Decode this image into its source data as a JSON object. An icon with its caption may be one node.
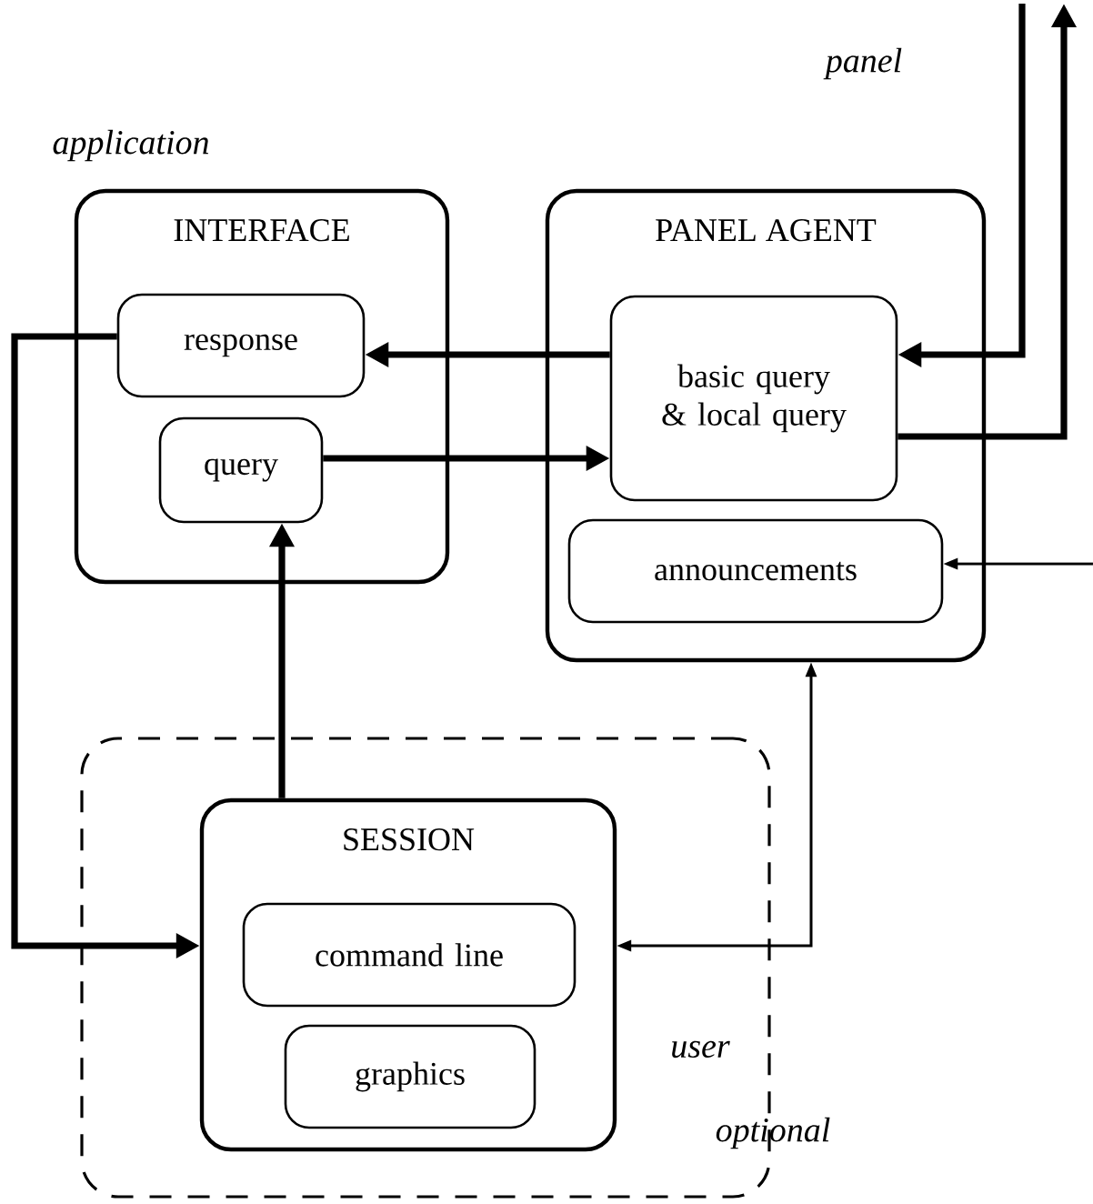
{
  "diagram": {
    "nodes": [
      {
        "text": [
          "INTERFACE"
        ]
      },
      {
        "text": [
          "response"
        ],
        "in": 0
      },
      {
        "text": [
          "query"
        ],
        "in": 0
      },
      {
        "text": [
          "PANEL AGENT"
        ]
      },
      {
        "text": [
          "basic query & local query"
        ],
        "in": 3
      },
      {
        "text": [
          "announcements"
        ],
        "in": 3
      },
      {
        "text": [
          "user"
        ],
        "beside": [
          "optional"
        ]
      },
      {
        "text": [
          "SESSION"
        ],
        "in": 6
      },
      {
        "text": [
          "command line"
        ],
        "in": 7
      },
      {
        "text": [
          "graphics"
        ],
        "in": 7
      }
    ],
    "edges": [
      {
        "from": 4,
        "to": 1,
        "arrow": "to"
      },
      {
        "from": 2,
        "to": 4,
        "arrow": "to"
      },
      {
        "from": 7,
        "to": 2,
        "arrow": "to"
      },
      {
        "from": 1,
        "to": 7,
        "arrow": "to"
      },
      {
        "from": null,
        "to": 4,
        "arrow": "to"
      },
      {
        "from": 4,
        "to": null,
        "arrow": "to"
      },
      {
        "from": null,
        "to": 5,
        "arrow": "to"
      },
      {
        "from": 7,
        "to": 3,
        "arrow": "both"
      }
    ],
    "labels": [
      "panel",
      "application"
    ]
  }
}
